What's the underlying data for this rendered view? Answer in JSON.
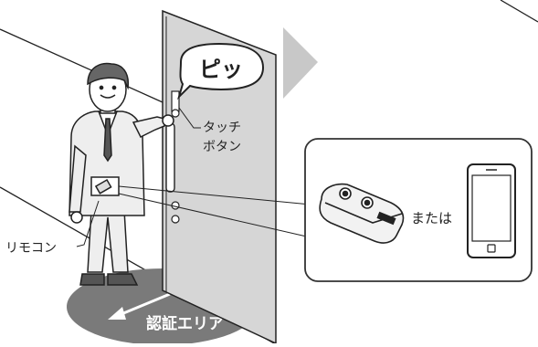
{
  "labels": {
    "beep": "ピッ",
    "touch_button_line1": "タッチ",
    "touch_button_line2": "ボタン",
    "remote": "リモコン",
    "or": "または",
    "auth_area": "認証エリア"
  },
  "icons": {
    "person": "person-icon",
    "door": "door-icon",
    "arrow": "arrow-right-icon",
    "remote_key": "remote-key-icon",
    "smartphone": "smartphone-icon"
  },
  "colors": {
    "line": "#222222",
    "door": "#d6d6d6",
    "arrow": "#c8c8c8",
    "auth_area": "#7a7a7a",
    "panel_border": "#333333"
  }
}
